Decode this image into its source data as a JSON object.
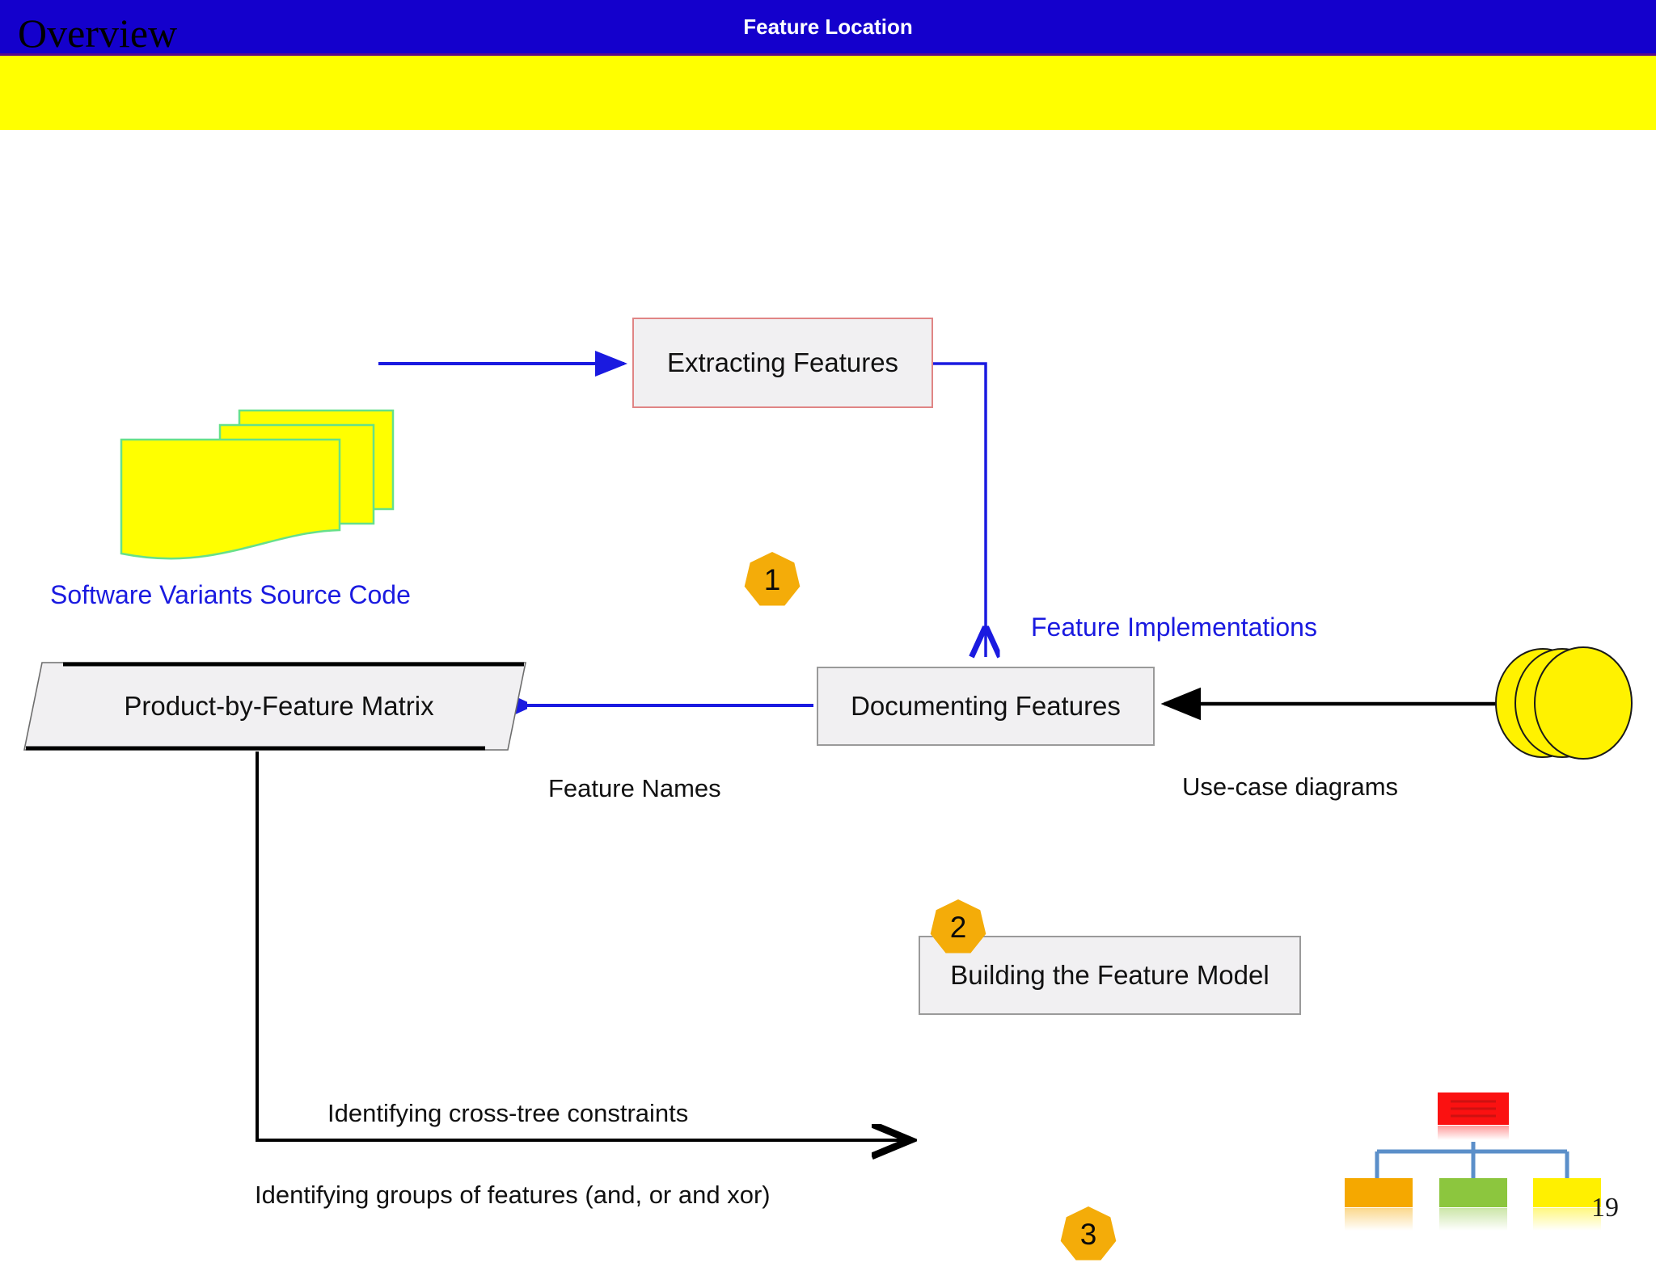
{
  "header": {
    "title": "Feature Location",
    "section_title": "Overview",
    "bar_color": "#1400CC",
    "section_color": "#FFFF00"
  },
  "diagram": {
    "type": "process-flow",
    "nodes": [
      {
        "id": "extracting",
        "label": "Extracting Features",
        "shape": "rectangle",
        "fill": "#F1F0F2",
        "border": "#E08585",
        "badge": "1"
      },
      {
        "id": "documenting",
        "label": "Documenting Features",
        "shape": "rectangle",
        "fill": "#F1F0F2",
        "border": "#9A9A9A",
        "badge": "2"
      },
      {
        "id": "building",
        "label": "Building the Feature Model",
        "shape": "rectangle",
        "fill": "#F1F0F2",
        "border": "#9A9A9A",
        "badge": "3"
      },
      {
        "id": "matrix",
        "label": "Product-by-Feature Matrix",
        "shape": "parallelogram",
        "fill": "#F1F0F2",
        "border": "#000000",
        "badge": ""
      }
    ],
    "artifacts": [
      {
        "id": "source-code",
        "label": "Software Variants Source Code",
        "icon": "document-stack-icon",
        "color": "#FFFF00"
      },
      {
        "id": "use-cases",
        "label": "",
        "icon": "disk-stack-icon",
        "color": "#FFFF00"
      },
      {
        "id": "feature-model",
        "label": "",
        "icon": "feature-model-tree-icon",
        "color": "#FF1A1A"
      }
    ],
    "edges": [
      {
        "from": "source-code",
        "to": "extracting",
        "label": "",
        "color": "#1A1AE0"
      },
      {
        "from": "extracting",
        "to": "documenting",
        "label": "Feature Implementations",
        "color": "#1A1AE0"
      },
      {
        "from": "documenting",
        "to": "matrix",
        "label": "Feature Names",
        "color": "#1A1AE0"
      },
      {
        "from": "use-cases",
        "to": "documenting",
        "label": "Use-case diagrams",
        "color": "#000000"
      },
      {
        "from": "matrix",
        "to": "building",
        "label": "Identifying cross-tree constraints",
        "color": "#000000"
      },
      {
        "from": "matrix",
        "to": "building",
        "label": "Identifying groups of features (and, or and xor)",
        "color": "#000000"
      }
    ],
    "badges": {
      "one": "1",
      "two": "2",
      "three": "3"
    },
    "labels": {
      "source_code": "Software Variants Source Code",
      "feature_implementations": "Feature Implementations",
      "feature_names": "Feature Names",
      "use_case_diagrams": "Use-case diagrams",
      "cross_tree": "Identifying cross-tree constraints",
      "groups": "Identifying groups of features (and, or and xor)"
    }
  },
  "footer": {
    "page_number": "19"
  }
}
